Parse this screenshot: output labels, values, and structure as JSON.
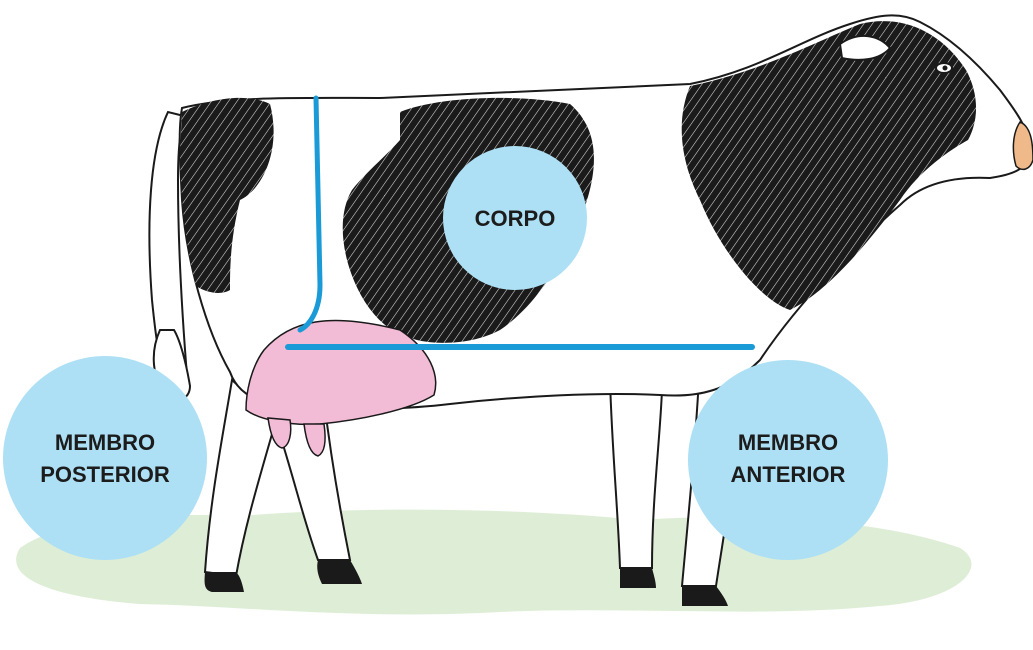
{
  "labels": {
    "body": "CORPO",
    "hind_limb": [
      "MEMBRO",
      "POSTERIOR"
    ],
    "fore_limb": [
      "MEMBRO",
      "ANTERIOR"
    ]
  },
  "colors": {
    "circle_fill": "#ade0f5",
    "divider_line": "#1a9ad6",
    "udder": "#f3bcd6",
    "spots": "#1a1a1a",
    "ground": "#d8ebcf",
    "nose": "#f0b98a",
    "outline": "#1a1a1a"
  }
}
